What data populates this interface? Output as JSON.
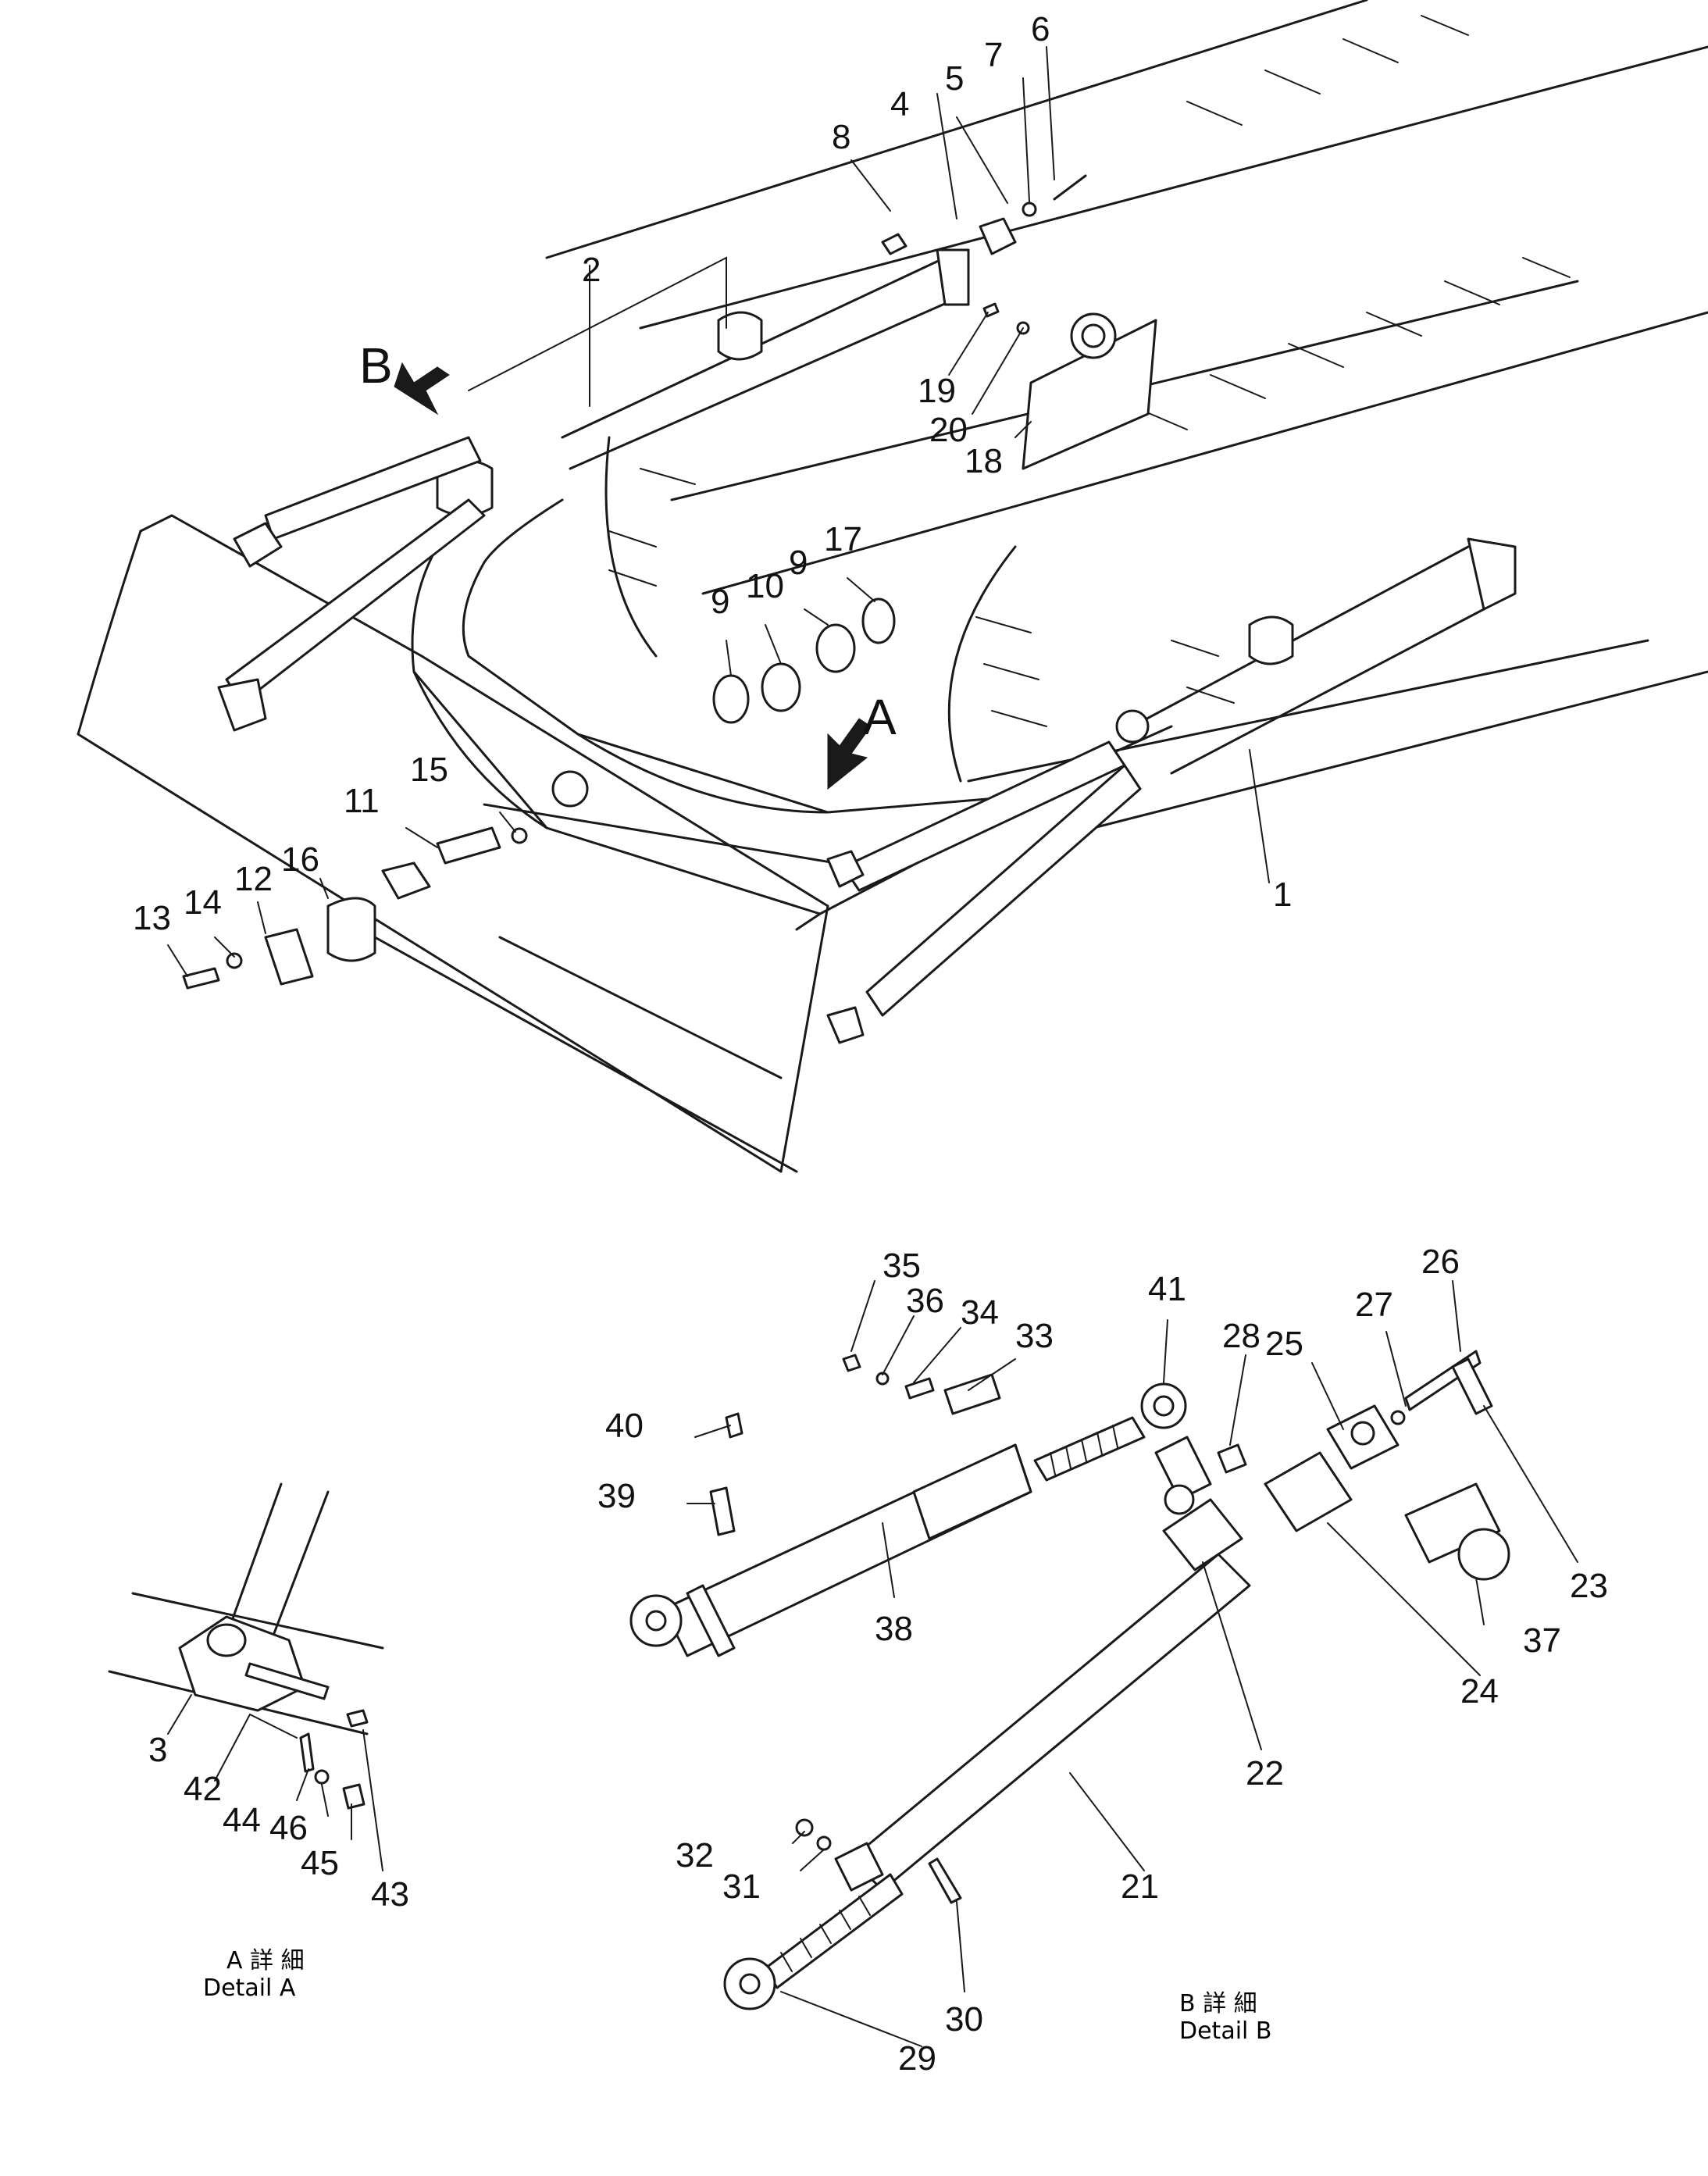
{
  "figure": {
    "arrows": {
      "A": "A",
      "B": "B"
    },
    "part_labels": {
      "p1": "1",
      "p2": "2",
      "p3": "3",
      "p4": "4",
      "p5": "5",
      "p6": "6",
      "p7": "7",
      "p8": "8",
      "p9a": "9",
      "p9b": "9",
      "p10": "10",
      "p11": "11",
      "p12": "12",
      "p13": "13",
      "p14": "14",
      "p15": "15",
      "p16": "16",
      "p17": "17",
      "p18": "18",
      "p19": "19",
      "p20": "20",
      "p21": "21",
      "p22": "22",
      "p23": "23",
      "p24": "24",
      "p25": "25",
      "p26": "26",
      "p27": "27",
      "p28": "28",
      "p29": "29",
      "p30": "30",
      "p31": "31",
      "p32": "32",
      "p33": "33",
      "p34": "34",
      "p35": "35",
      "p36": "36",
      "p37": "37",
      "p38": "38",
      "p39": "39",
      "p40": "40",
      "p41": "41",
      "p42": "42",
      "p43": "43",
      "p44": "44",
      "p45": "45",
      "p46": "46"
    },
    "captions": {
      "detail_a_jp": "A 詳 細",
      "detail_a_en": "Detail A",
      "detail_b_jp": "B 詳 細",
      "detail_b_en": "Detail B"
    }
  }
}
